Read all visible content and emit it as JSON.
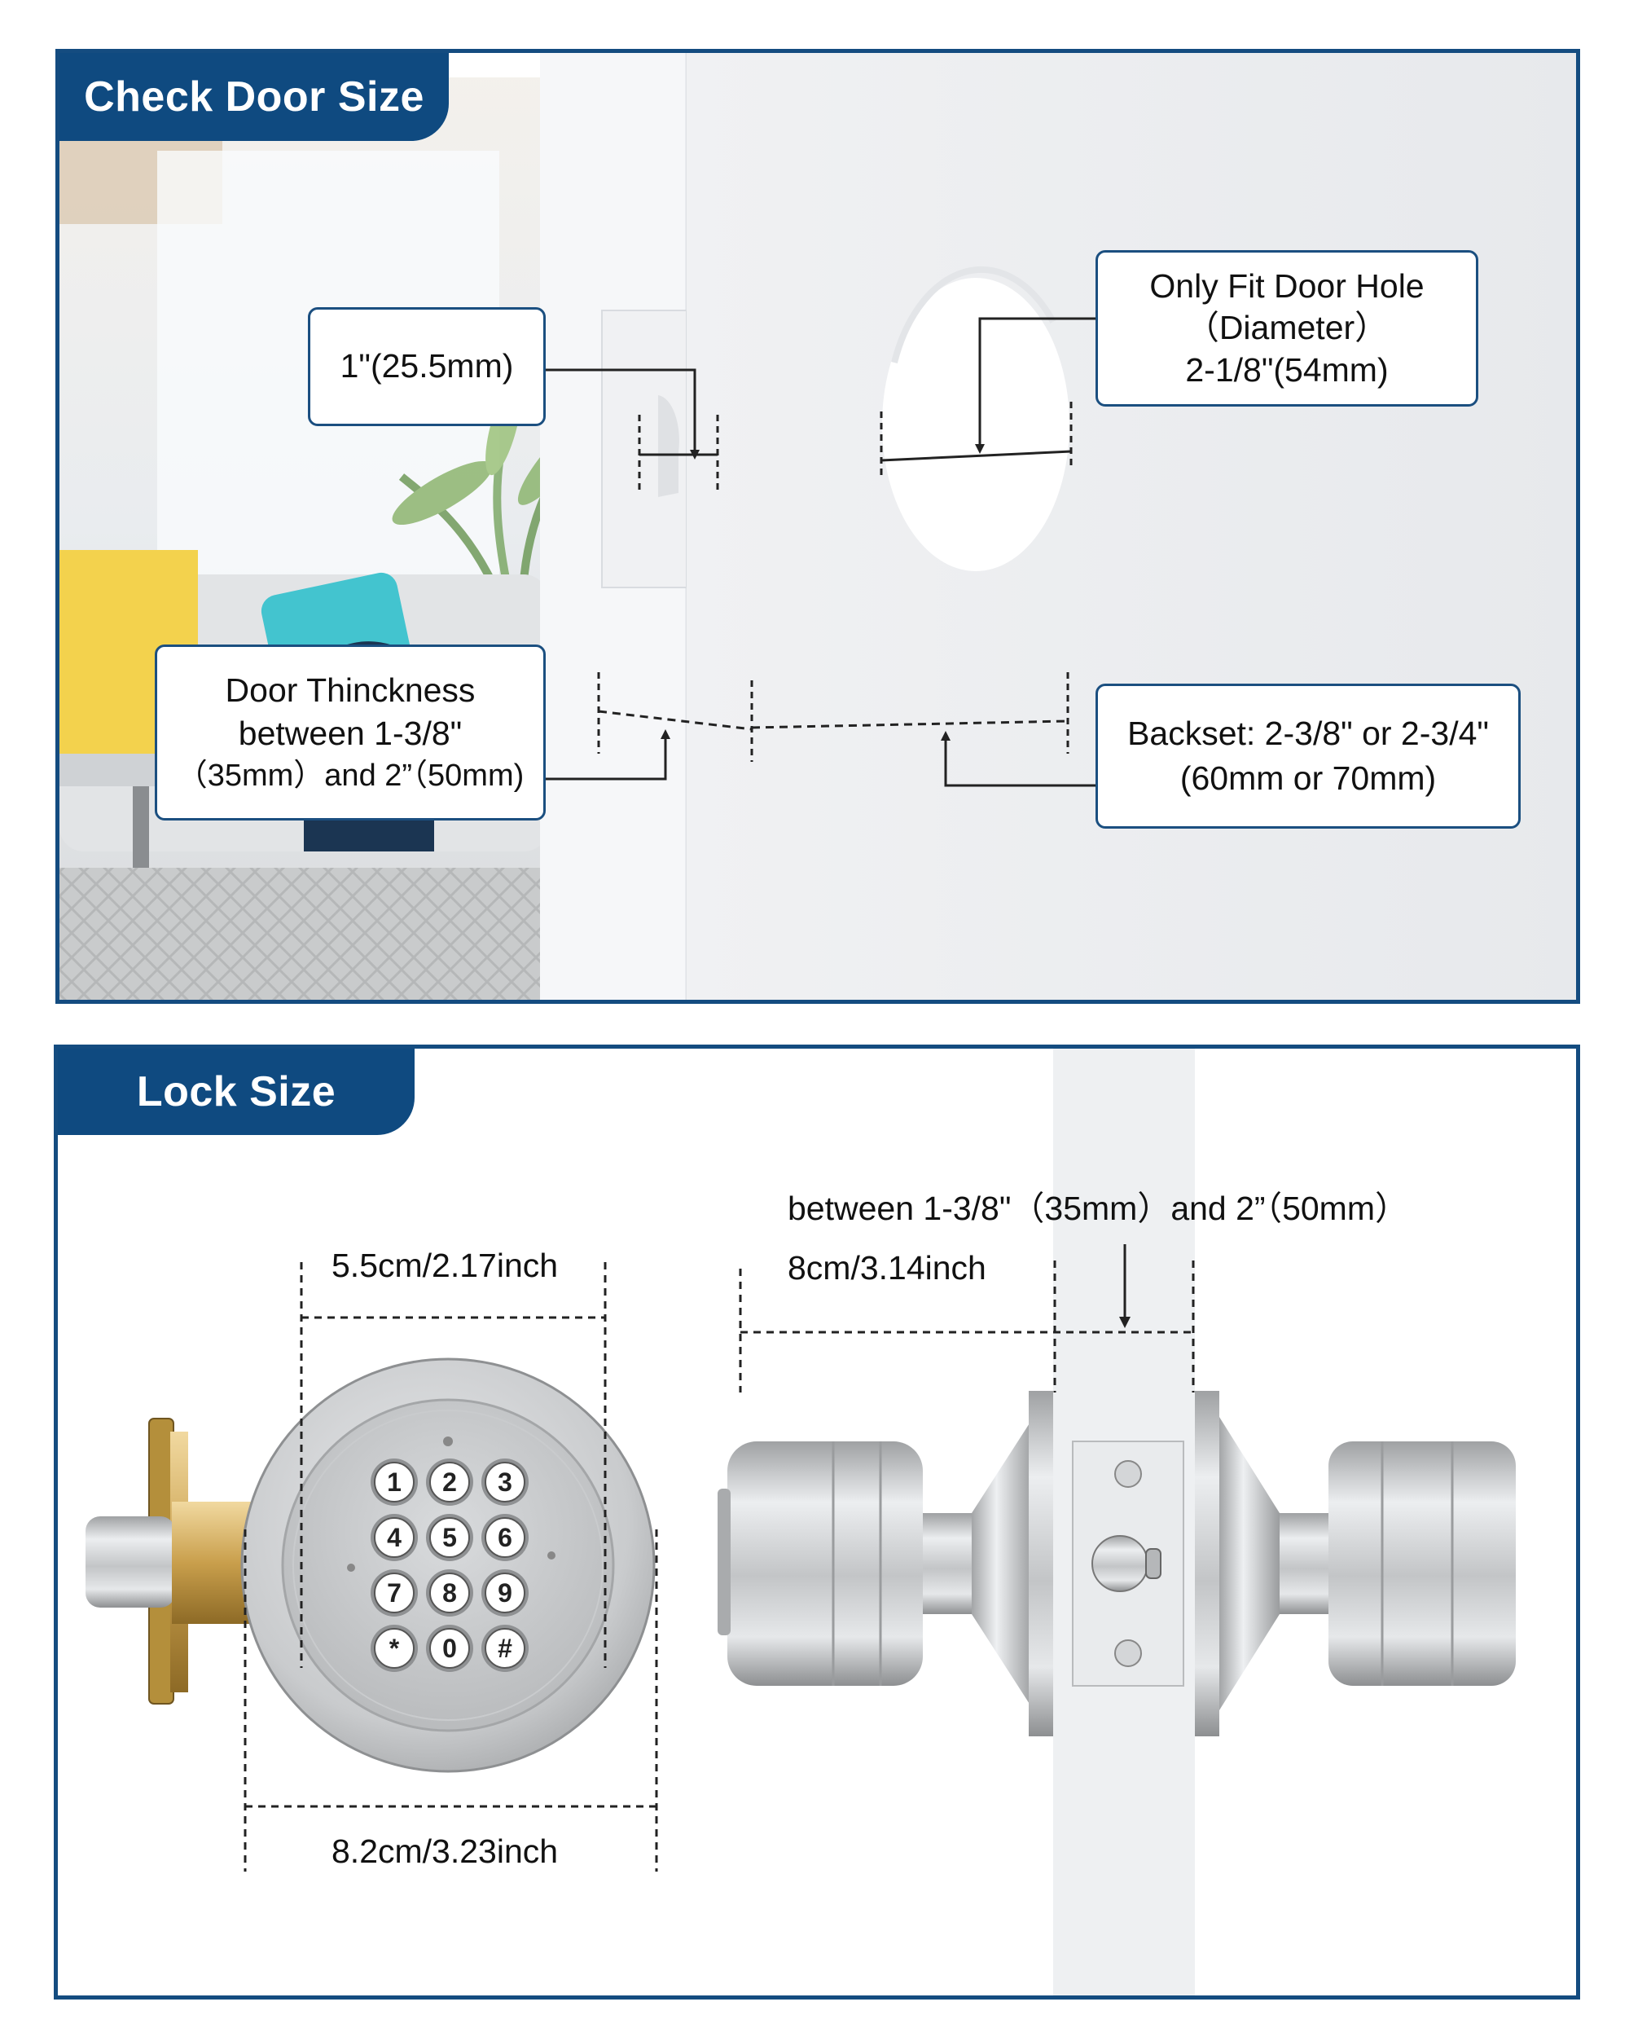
{
  "check_door_size": {
    "title": "Check Door Size",
    "latch_face": "1\"(25.5mm)",
    "door_hole": {
      "line1": "Only Fit Door Hole",
      "line2": "（Diameter）",
      "line3": "2-1/8\"(54mm)"
    },
    "thickness": {
      "line1": "Door Thinckness",
      "line2": "between 1-3/8\"",
      "line3": "（35mm）and 2”（50mm)"
    },
    "backset": {
      "line1": "Backset: 2-3/8\" or 2-3/4\"",
      "line2": "(60mm or 70mm)"
    }
  },
  "lock_size": {
    "title": "Lock Size",
    "keypad_width": "5.5cm/2.17inch",
    "rose_width": "8.2cm/3.23inch",
    "door_range": "between 1-3/8\"（35mm）and 2”（50mm）",
    "knob_length": "8cm/3.14inch",
    "keypad_keys": [
      "1",
      "2",
      "3",
      "4",
      "5",
      "6",
      "7",
      "8",
      "9",
      "*",
      "0",
      "#"
    ]
  },
  "colors": {
    "brand_blue": "#0f4a80",
    "border_blue": "#144c80"
  }
}
